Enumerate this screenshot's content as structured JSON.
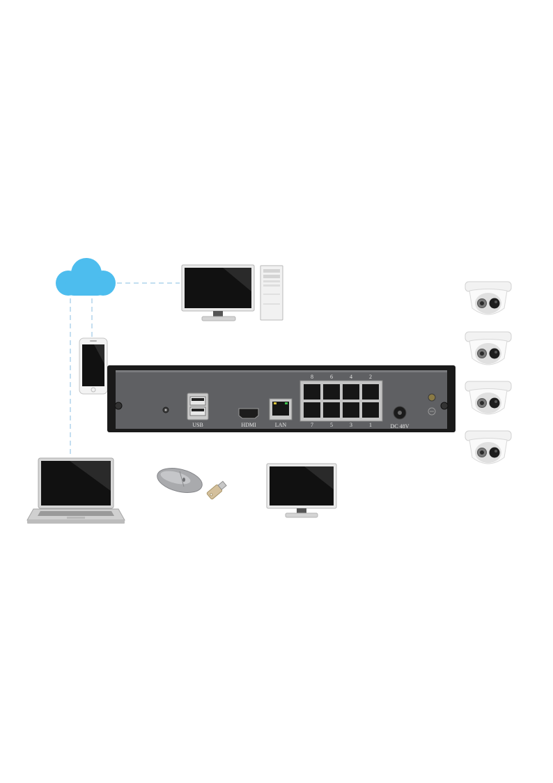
{
  "nvr": {
    "port_labels": {
      "usb": "USB",
      "hdmi": "HDMI",
      "lan": "LAN",
      "dc": "DC 48V"
    },
    "poe_top_numbers": [
      "8",
      "6",
      "4",
      "2"
    ],
    "poe_bottom_numbers": [
      "7",
      "5",
      "3",
      "1"
    ]
  },
  "colors": {
    "cloud": "#4dbdee",
    "connection_line": "#9dc9e6",
    "nvr_panel": "#5f6063",
    "nvr_frame": "#1a1a1a"
  },
  "devices": {
    "cloud_icon": "cloud-icon",
    "desktop_icon": "desktop-pc-icon",
    "phone_icon": "smartphone-icon",
    "laptop_icon": "laptop-icon",
    "mouse_icon": "mouse-icon",
    "usb_drive_icon": "usb-drive-icon",
    "monitor_icon": "monitor-icon",
    "camera_icon": "dome-camera-icon",
    "camera_count": 4
  }
}
